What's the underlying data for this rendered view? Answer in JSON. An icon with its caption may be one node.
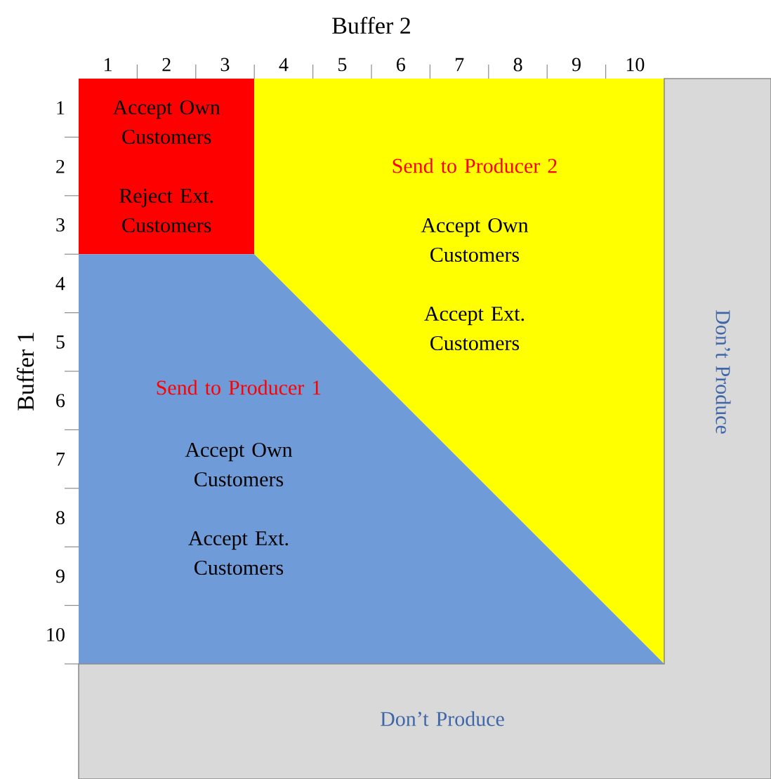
{
  "diagram": {
    "nodes": [
      {
        "text": [
          "Accept Own Customers",
          "Reject Ext. Customers"
        ]
      },
      {
        "text": [
          "Send to Producer 2",
          "Accept Own Customers",
          "Accept Ext. Customers"
        ]
      },
      {
        "text": [
          "Send to Producer 1",
          "Accept Own Customers",
          "Accept Ext. Customers"
        ]
      },
      {
        "text": [
          "Don’t Produce",
          "Don’t Produce"
        ]
      }
    ],
    "labels": [
      "Buffer 2",
      "1",
      "2",
      "3",
      "4",
      "5",
      "6",
      "7",
      "8",
      "9",
      "10",
      "Buffer 1",
      "1",
      "2",
      "3",
      "4",
      "5",
      "6",
      "7",
      "8",
      "9",
      "10"
    ]
  }
}
